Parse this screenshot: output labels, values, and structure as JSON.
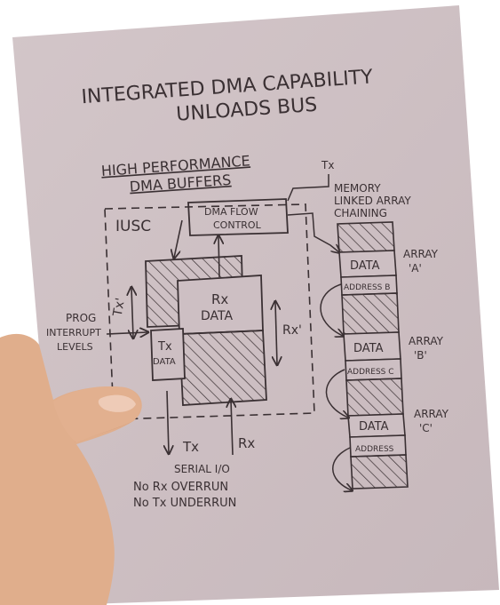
{
  "title": {
    "line1": "INTEGRATED DMA CAPABILITY",
    "line2": "UNLOADS BUS"
  },
  "subtitle": {
    "line1": "HIGH PERFORMANCE",
    "line2": "DMA BUFFERS"
  },
  "iusc": {
    "label": "IUSC",
    "dma_flow_control": {
      "line1": "DMA FLOW",
      "line2": "CONTROL"
    },
    "rx_block": {
      "line1": "Rx",
      "line2": "DATA"
    },
    "tx_block": {
      "line1": "Tx",
      "line2": "DATA"
    },
    "tx_prime": "Tx'",
    "rx_prime": "Rx'",
    "prog_interrupt": {
      "line1": "PROG",
      "line2": "INTERRUPT",
      "line3": "LEVELS"
    }
  },
  "memory": {
    "tx_label": "Tx",
    "heading": {
      "line1": "MEMORY",
      "line2": "LINKED ARRAY",
      "line3": "CHAINING"
    },
    "arrays": [
      {
        "data": "DATA",
        "address": "ADDRESS B",
        "label": "ARRAY",
        "name": "'A'"
      },
      {
        "data": "DATA",
        "address": "ADDRESS C",
        "label": "ARRAY",
        "name": "'B'"
      },
      {
        "data": "DATA",
        "address": "ADDRESS",
        "label": "ARRAY",
        "name": "'C'"
      }
    ]
  },
  "serial": {
    "tx": "Tx",
    "rx": "Rx",
    "label": "SERIAL I/O",
    "note1": "No Rx OVERRUN",
    "note2": "No Tx UNDERRUN"
  },
  "colors": {
    "card": "#cdbfc3",
    "ink": "#3a3033",
    "skin": "#e2b08f",
    "skin_shadow": "#c98e6c"
  }
}
